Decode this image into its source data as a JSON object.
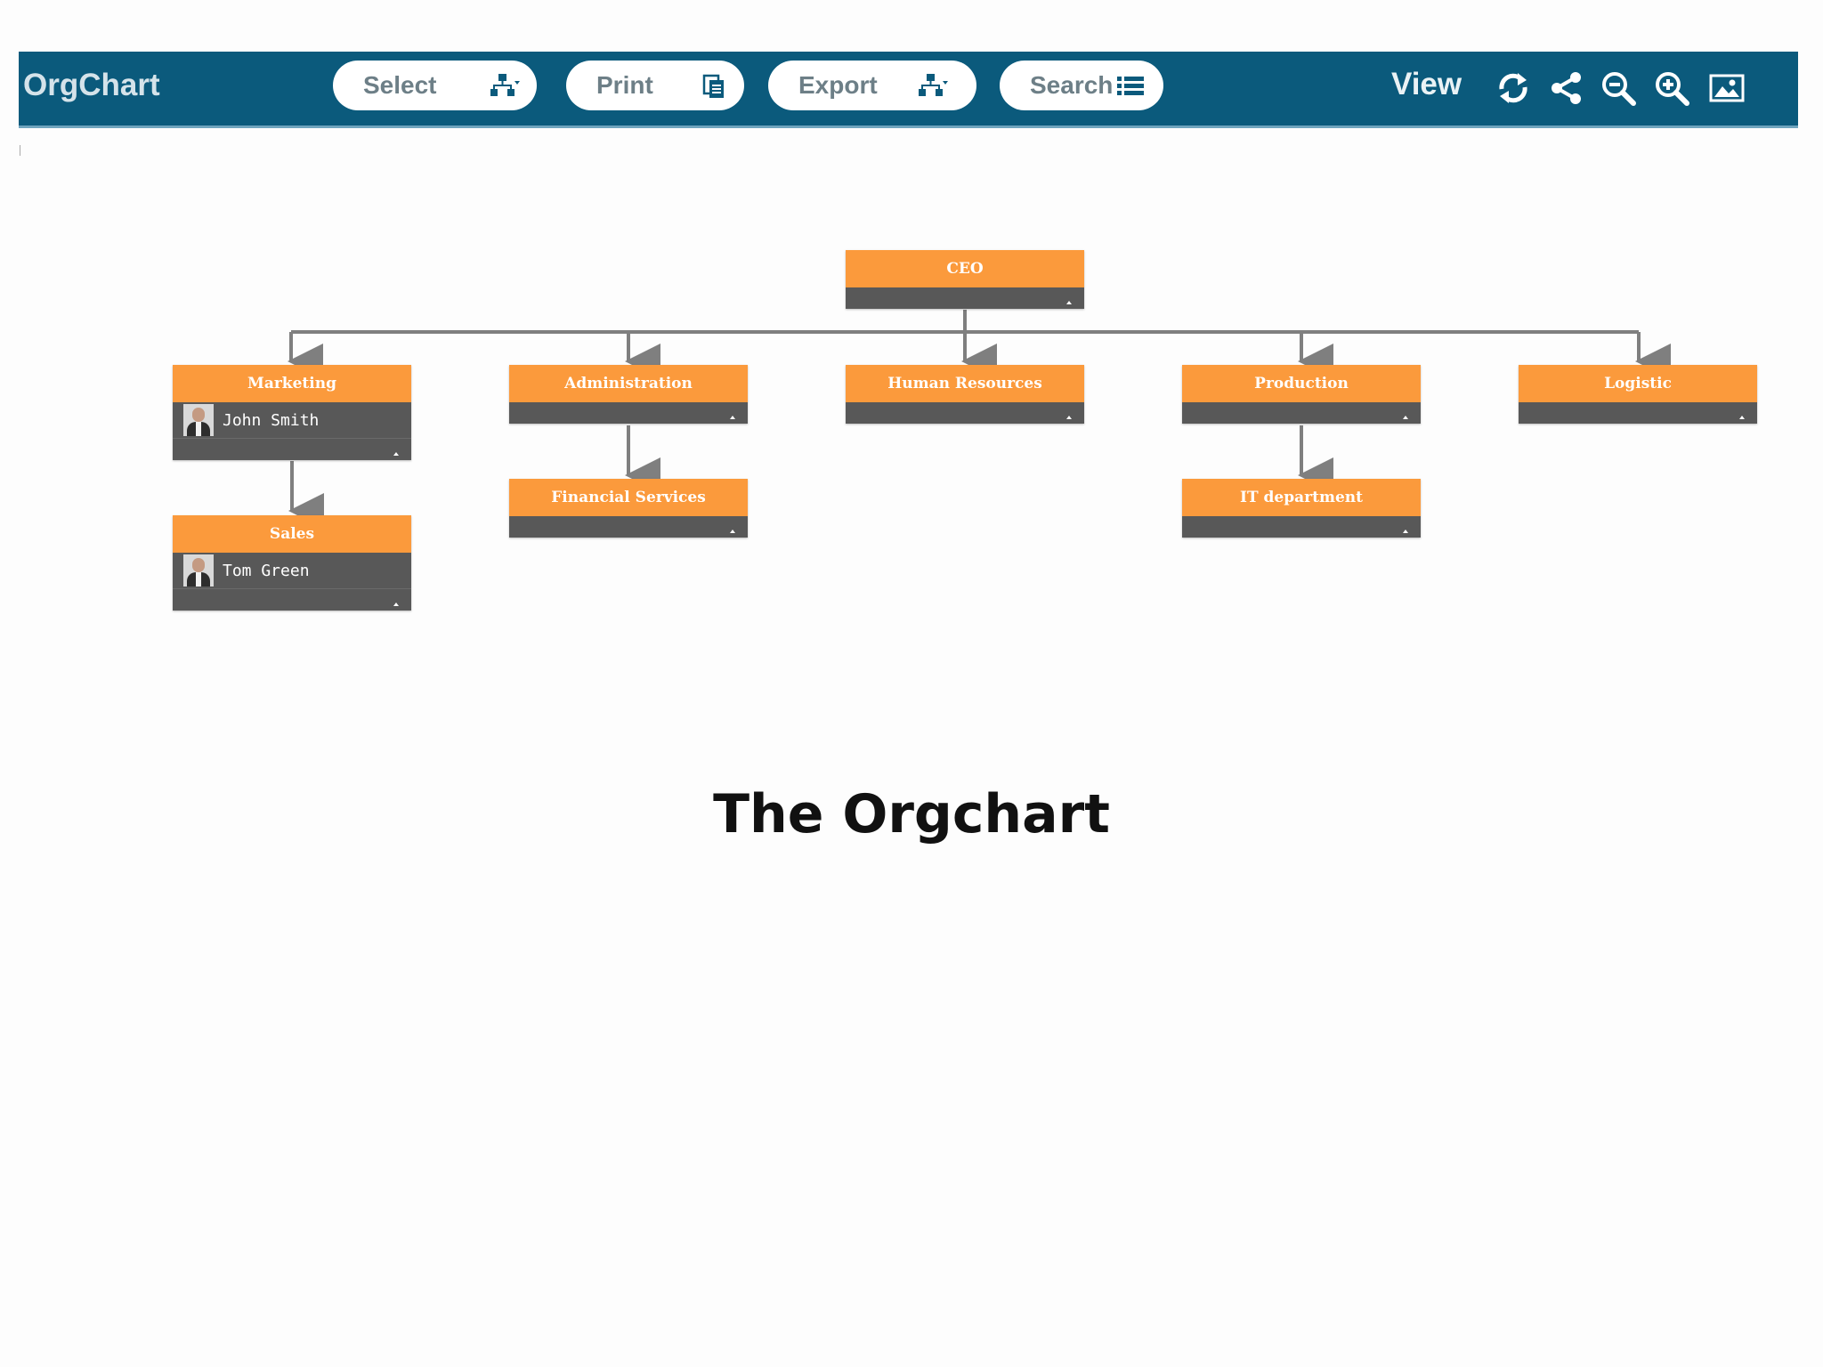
{
  "toolbar": {
    "app_title": "OrgChart",
    "buttons": [
      {
        "label": "Select",
        "icon": "hierarchy-dropdown-icon"
      },
      {
        "label": "Print",
        "icon": "document-copy-icon"
      },
      {
        "label": "Export",
        "icon": "hierarchy-dropdown-icon"
      },
      {
        "label": "Search",
        "icon": "list-icon"
      }
    ],
    "view_label": "View",
    "view_tools": [
      "refresh-icon",
      "share-icon",
      "zoom-out-icon",
      "zoom-in-icon",
      "image-icon"
    ],
    "colors": {
      "bar": "#0b5a7c",
      "button_bg": "#ffffff",
      "button_text": "#6d7f87"
    }
  },
  "orgchart": {
    "colors": {
      "node_header": "#fb9a3c",
      "node_body": "#585858",
      "connector": "#7f7f7f"
    },
    "nodes": {
      "ceo": {
        "title": "CEO"
      },
      "marketing": {
        "title": "Marketing",
        "person": "John Smith"
      },
      "administration": {
        "title": "Administration"
      },
      "human_resources": {
        "title": "Human Resources"
      },
      "production": {
        "title": "Production"
      },
      "logistic": {
        "title": "Logistic"
      },
      "sales": {
        "title": "Sales",
        "person": "Tom Green"
      },
      "financial_services": {
        "title": "Financial Services"
      },
      "it_department": {
        "title": "IT department"
      }
    }
  },
  "caption": "The Orgchart"
}
